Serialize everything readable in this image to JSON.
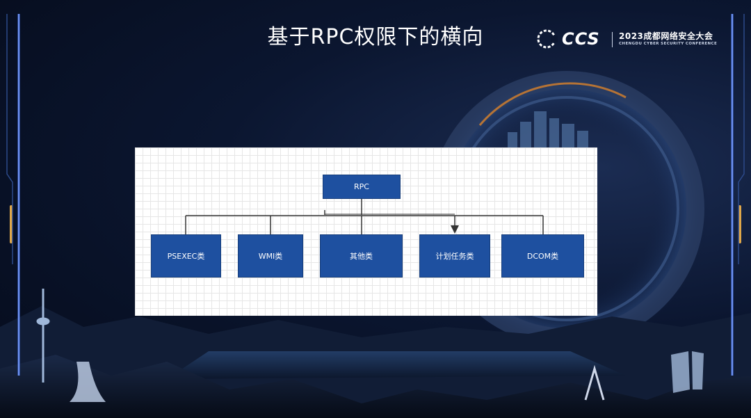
{
  "slide": {
    "title": "基于RPC权限下的横向"
  },
  "logo": {
    "brand": "CCS",
    "conference_cn": "2023成都网络安全大会",
    "conference_en": "CHENGDU CYBER SECURITY CONFERENCE",
    "icon": "ccs-logo-icon"
  },
  "diagram": {
    "root": {
      "label": "RPC"
    },
    "children": [
      {
        "label": "PSEXEC类"
      },
      {
        "label": "WMI类"
      },
      {
        "label": "其他类"
      },
      {
        "label": "计划任务类"
      },
      {
        "label": "DCOM类"
      }
    ],
    "colors": {
      "node_fill": "#1e50a0",
      "connector": "#333333",
      "grid": "#e6e6e6"
    }
  }
}
